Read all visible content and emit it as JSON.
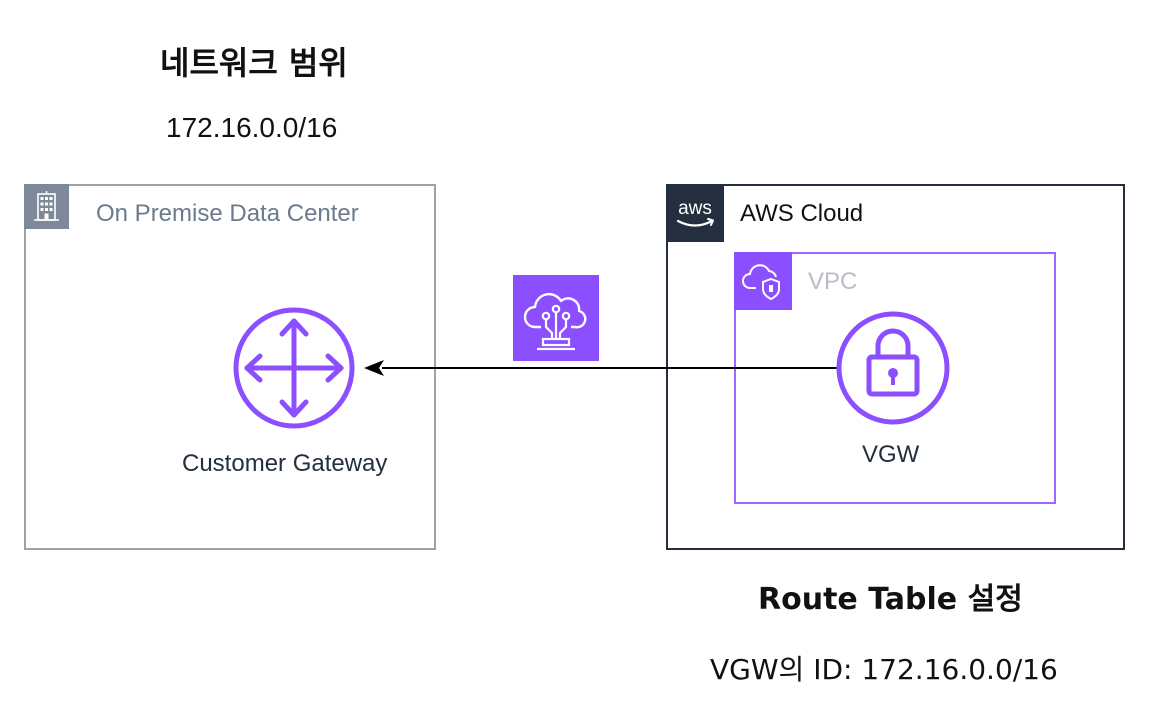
{
  "network_range": {
    "title": "네트워크 범위",
    "cidr": "172.16.0.0/16"
  },
  "onprem": {
    "label": "On Premise Data Center",
    "icon": "office-building-icon",
    "border_color": "#9aa3ad"
  },
  "aws_cloud": {
    "label": "AWS Cloud",
    "icon": "aws-logo-icon",
    "border_color": "#232f3e"
  },
  "vpc": {
    "label": "VPC",
    "icon": "vpc-cloud-shield-icon",
    "border_color": "#a166ff"
  },
  "customer_gateway": {
    "label": "Customer Gateway",
    "icon": "router-arrows-icon"
  },
  "vgw": {
    "label": "VGW",
    "icon": "padlock-icon"
  },
  "vpn_connection": {
    "icon": "site-to-site-vpn-icon",
    "color": "#8c4fff"
  },
  "route_table": {
    "title": "Route Table 설정",
    "detail": "VGW의 ID: 172.16.0.0/16"
  },
  "colors": {
    "accent_purple": "#8c4fff",
    "aws_dark": "#232f3e"
  }
}
